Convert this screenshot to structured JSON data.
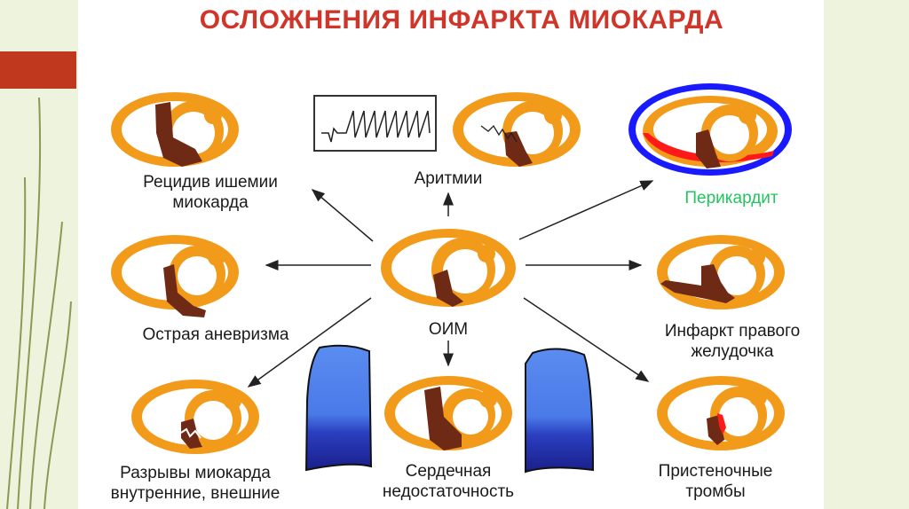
{
  "title": "ОСЛОЖНЕНИЯ ИНФАРКТА МИОКАРДА",
  "center": "ОИМ",
  "labels": {
    "recurrent_line1": "Рецидив ишемии",
    "recurrent_line2": "миокарда",
    "arrhythmia": "Аритмии",
    "pericarditis": "Перикардит",
    "aneurysm": "Острая аневризма",
    "rv_infarct_line1": "Инфаркт правого",
    "rv_infarct_line2": "желудочка",
    "rupture_line1": "Разрывы миокарда",
    "rupture_line2": "внутренние, внешние",
    "heart_failure_line1": "Сердечная",
    "heart_failure_line2": "недостаточность",
    "thrombi_line1": "Пристеночные",
    "thrombi_line2": "тромбы"
  },
  "colors": {
    "title": "#d0352a",
    "myocardium": "#f29a1a",
    "infarct": "#6e2a14",
    "pericardium_outer": "#1a1aff",
    "pericardium_inner": "#ff1a1a",
    "pericarditis_label": "#22c55e",
    "thrombus": "#ff1a1a",
    "side_panel": "#eef3de",
    "accent_bar": "#c0391f"
  },
  "icons": [
    "ecg-trace-icon",
    "arrow-icon",
    "heart-cross-section-icon",
    "ventricle-chamber-icon"
  ]
}
